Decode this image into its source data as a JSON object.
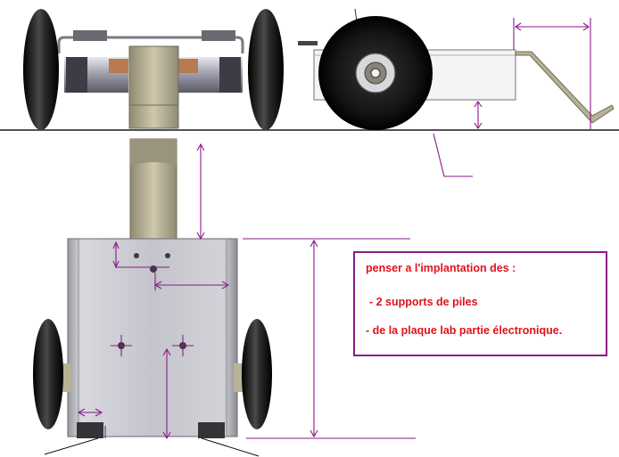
{
  "note": {
    "line1": "penser  a l'implantation des :",
    "line2": "- 2 supports de piles",
    "line3": "- de la plaque lab partie électronique."
  },
  "colors": {
    "dimension_lines": "#8a1a8a",
    "note_text": "#e0121a",
    "plate_metal": "#c9c9cf",
    "bracket": "#b8b196",
    "tyre": "#141414",
    "ground_line": "#1a1a1a"
  }
}
